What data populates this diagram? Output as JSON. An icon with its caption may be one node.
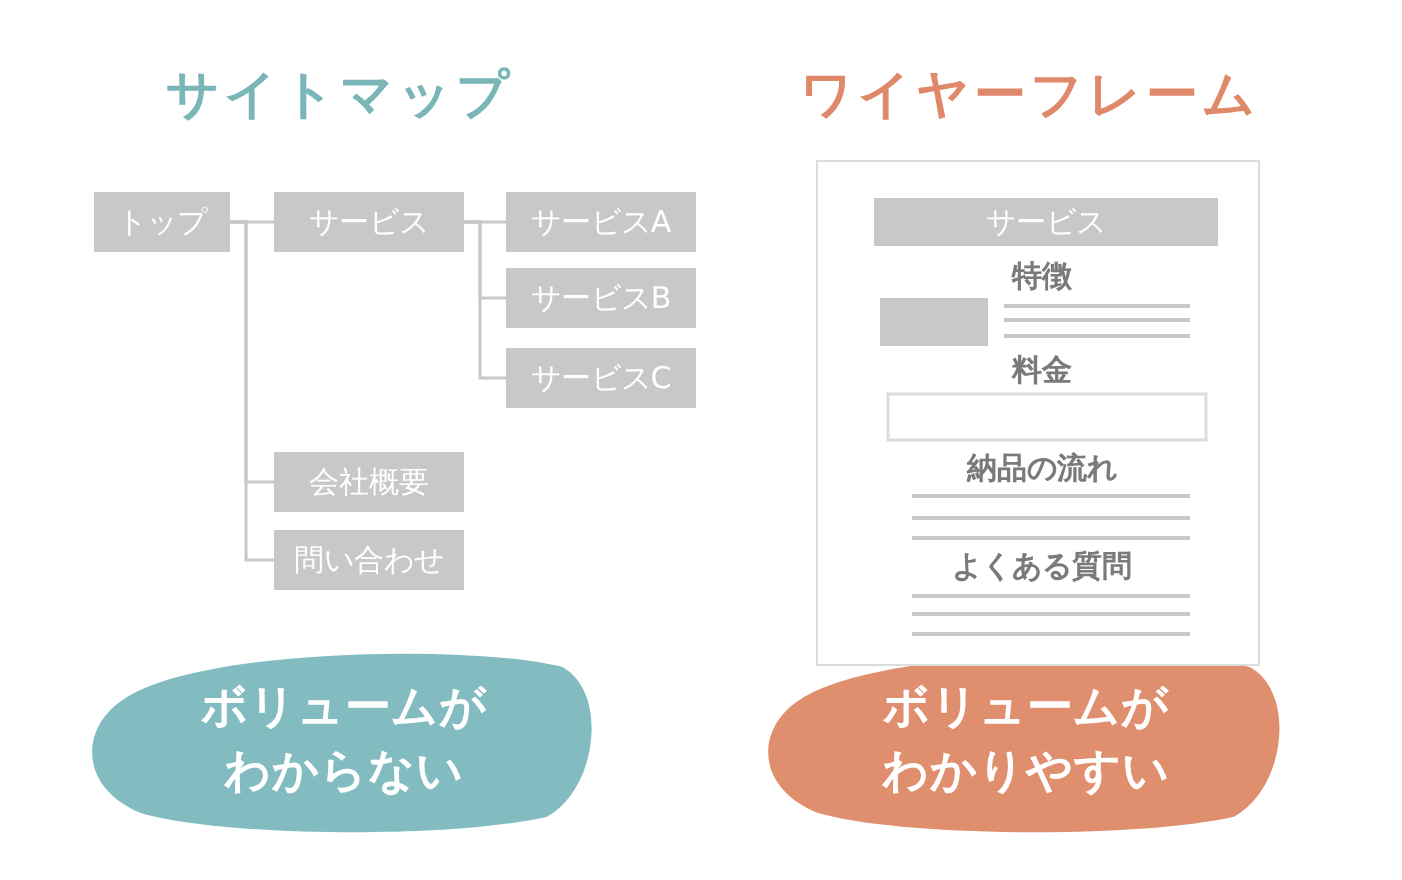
{
  "diagram": {
    "nodes": [
      {
        "text": [
          "トップ"
        ]
      },
      {
        "text": [
          "サービス"
        ]
      },
      {
        "text": [
          "サービスA"
        ]
      },
      {
        "text": [
          "サービスB"
        ]
      },
      {
        "text": [
          "サービスC"
        ]
      },
      {
        "text": [
          "会社概要"
        ]
      },
      {
        "text": [
          "問い合わせ"
        ]
      },
      {
        "text": [
          "ボリュームがわからない"
        ]
      },
      {
        "text": [
          "ボリュームがわかりやすい"
        ]
      },
      {
        "text": [],
        "shape": "box"
      },
      {
        "text": [
          "サービス"
        ],
        "in": 9
      }
    ],
    "edges": [
      {
        "from": 0,
        "to": 1,
        "arrow": "none"
      },
      {
        "from": 0,
        "to": 5,
        "arrow": "none"
      },
      {
        "from": 0,
        "to": 6,
        "arrow": "none"
      },
      {
        "from": 1,
        "to": 2,
        "arrow": "none"
      },
      {
        "from": 1,
        "to": 3,
        "arrow": "none"
      },
      {
        "from": 1,
        "to": 4,
        "arrow": "none"
      }
    ],
    "labels": [
      "サイトマップ",
      "ワイヤーフレーム",
      "特徴",
      "料金",
      "納品の流れ",
      "よくある質問"
    ]
  }
}
